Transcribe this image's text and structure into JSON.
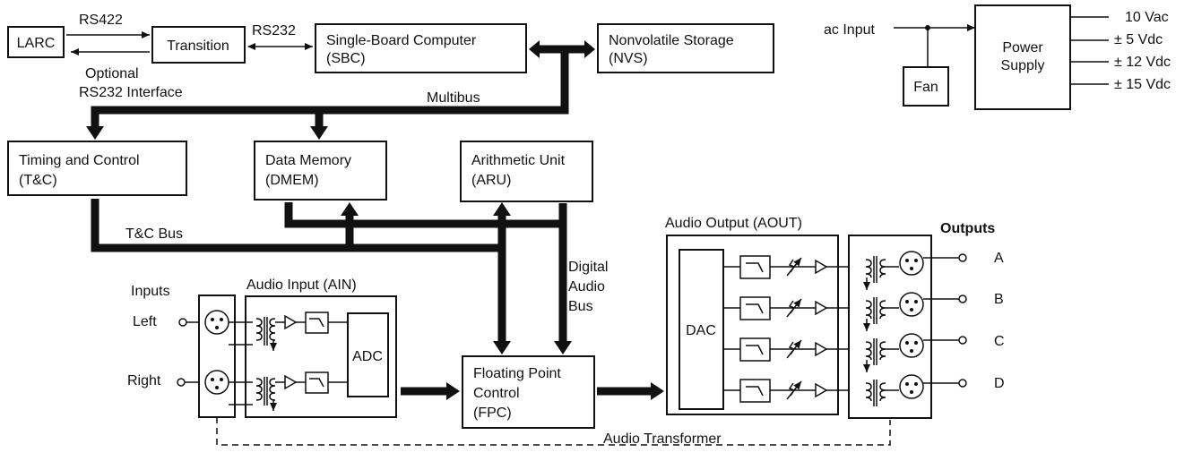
{
  "blocks": {
    "larc": "LARC",
    "transition": "Transition",
    "sbc_1": "Single-Board Computer",
    "sbc_2": "(SBC)",
    "nvs_1": "Nonvolatile Storage",
    "nvs_2": "(NVS)",
    "tc_1": "Timing and Control",
    "tc_2": "(T&C)",
    "dmem_1": "Data Memory",
    "dmem_2": "(DMEM)",
    "aru_1": "Arithmetic Unit",
    "aru_2": "(ARU)",
    "fpc_1": "Floating Point",
    "fpc_2": "Control",
    "fpc_3": "(FPC)",
    "adc": "ADC",
    "dac": "DAC",
    "fan": "Fan",
    "psu_1": "Power",
    "psu_2": "Supply"
  },
  "labels": {
    "rs422": "RS422",
    "rs232": "RS232",
    "optional_1": "Optional",
    "optional_2": "RS232 Interface",
    "multibus": "Multibus",
    "tc_bus": "T&C Bus",
    "digital_1": "Digital",
    "digital_2": "Audio",
    "digital_3": "Bus",
    "audio_input": "Audio Input (AIN)",
    "audio_output": "Audio Output (AOUT)",
    "inputs": "Inputs",
    "left": "Left",
    "right": "Right",
    "outputs": "Outputs",
    "out_a": "A",
    "out_b": "B",
    "out_c": "C",
    "out_d": "D",
    "audio_transformer": "Audio Transformer",
    "ac_input": "ac Input",
    "v10": "10 Vac",
    "v5": "± 5 Vdc",
    "v12": "± 12 Vdc",
    "v15": "± 15 Vdc"
  }
}
